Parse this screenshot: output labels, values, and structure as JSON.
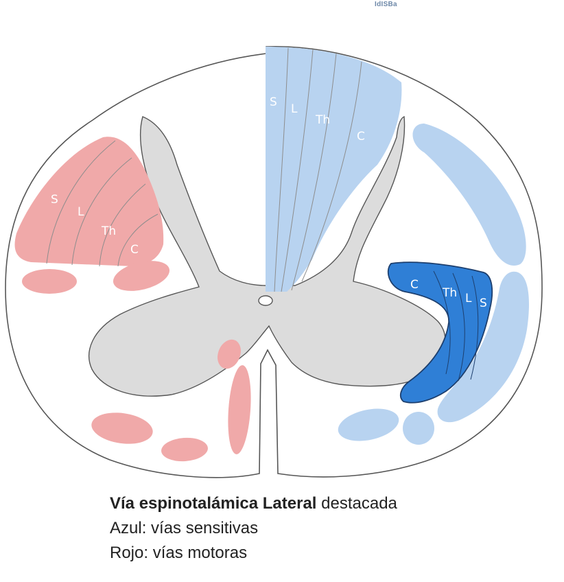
{
  "watermark": "IdISBa",
  "caption": {
    "line1_bold": "Vía espinotalámica Lateral",
    "line1_rest": " destacada",
    "line2": "Azul: vías sensitivas",
    "line3": "Rojo: vías motoras"
  },
  "labels": {
    "left_tract": [
      "S",
      "L",
      "Th",
      "C"
    ],
    "dorsal_columns": [
      "S",
      "L",
      "Th",
      "C"
    ],
    "lateral_spinothalamic": [
      "C",
      "Th",
      "L",
      "S"
    ]
  },
  "colors": {
    "outline": "#555555",
    "gray_matter": "#dcdcdc",
    "motor_red": "#f0a9a9",
    "sensory_blue": "#b8d3f0",
    "highlight_blue": "#2f7fd6",
    "highlight_outline": "#1d3f6e"
  }
}
